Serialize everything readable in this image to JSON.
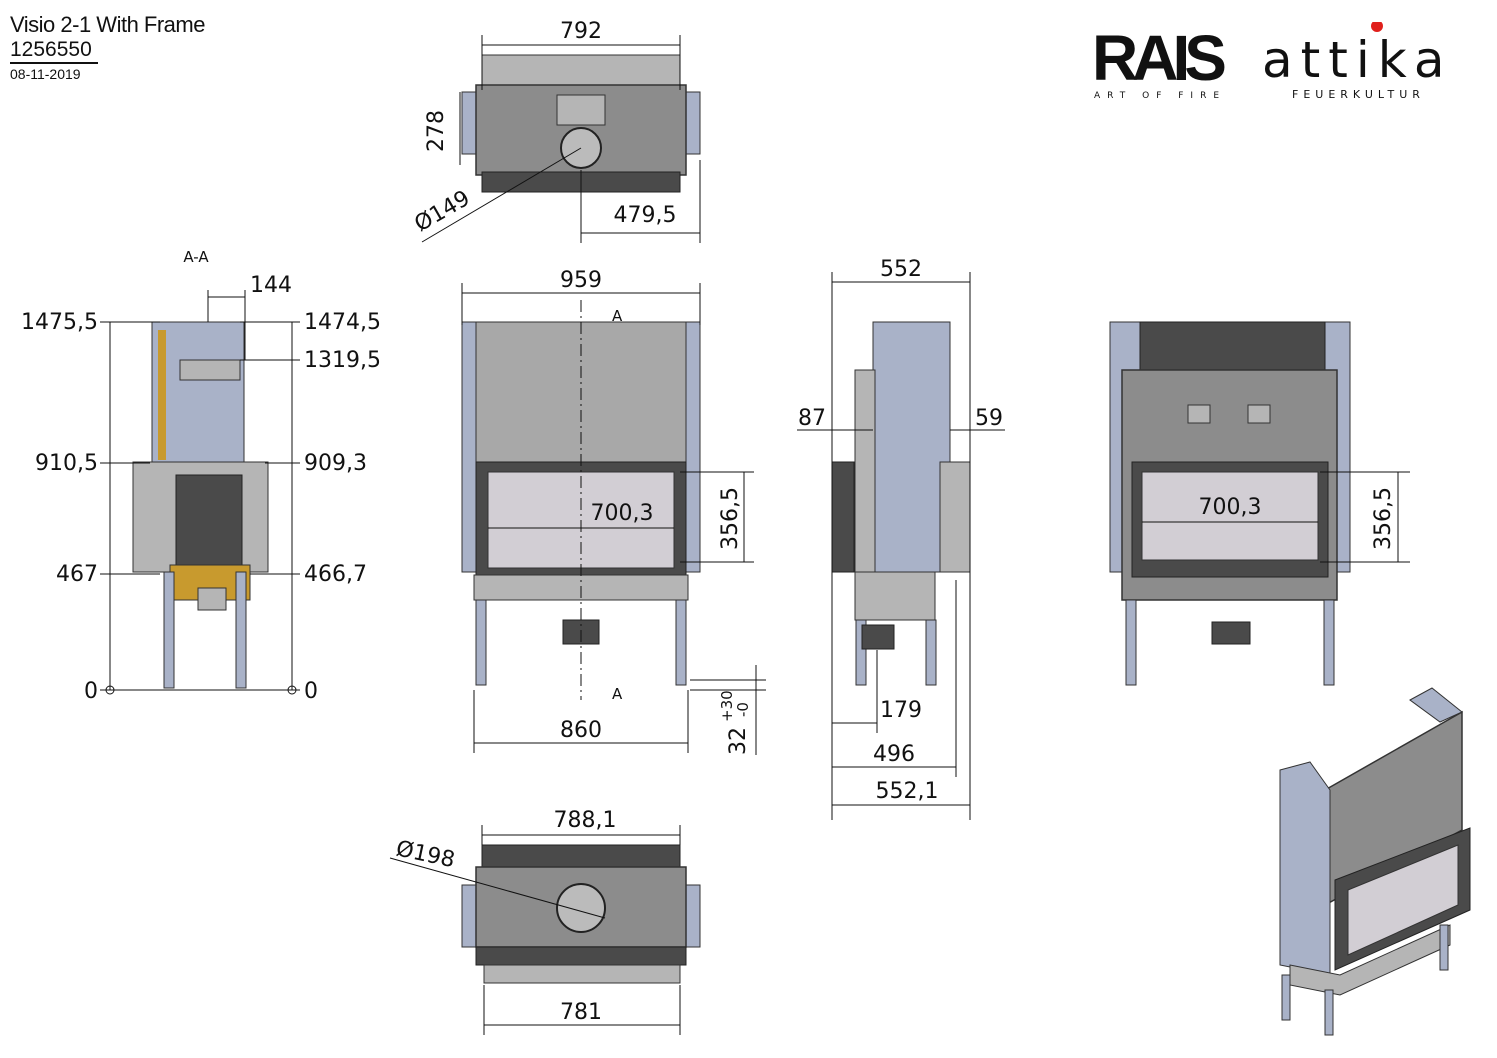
{
  "header": {
    "title": "Visio 2-1 With Frame",
    "doc_number": "1256550",
    "date": "08-11-2019"
  },
  "logo": {
    "brand1": "RAIS",
    "brand1_tagline": "ART OF FIRE",
    "brand2": "attika",
    "brand2_tagline": "FEUERKULTUR"
  },
  "colors": {
    "steel": "#8c8c8c",
    "frame_blue": "#a9b2c8",
    "glass": "#d2ced4",
    "insulation": "#c89a2e",
    "logo_dot": "#e0201c"
  },
  "top_view": {
    "width": "792",
    "depth": "278",
    "flue_diameter": "Ø149",
    "flue_offset": "479,5"
  },
  "section_view": {
    "label": "A-A",
    "offset": "144",
    "left_heights": [
      "1475,5",
      "910,5",
      "467",
      "0"
    ],
    "right_heights": [
      "1474,5",
      "1319,5",
      "909,3",
      "466,7",
      "0"
    ]
  },
  "front_view": {
    "width": "959",
    "glass_width": "700,3",
    "glass_height": "356,5",
    "leg_span": "860",
    "leg_adjust": "32",
    "leg_adjust_tol_plus": "+30",
    "leg_adjust_tol_minus": "-0",
    "section_mark": "A"
  },
  "side_view": {
    "depth": "552",
    "left_offset": "87",
    "right_offset": "59",
    "dim_179": "179",
    "dim_496": "496",
    "total_depth": "552,1"
  },
  "back_view": {
    "glass_width": "700,3",
    "glass_height": "356,5"
  },
  "bottom_view": {
    "width": "788,1",
    "air_diameter": "Ø198",
    "base_width": "781"
  }
}
